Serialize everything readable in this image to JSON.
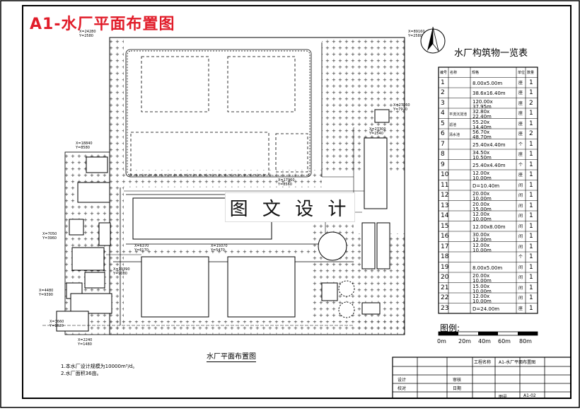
{
  "drawing": {
    "title": "A1-水厂平面布置图",
    "watermark": "图 文 设 计",
    "plan_caption": "水厂平面布置图",
    "legend_label": "图例:",
    "scale_ticks": [
      "0m",
      "20m",
      "40m",
      "60m",
      "80m"
    ],
    "notes": [
      "1.本水厂设计规模为10000m³/d。",
      "2.水厂面积36亩。"
    ]
  },
  "structures_table": {
    "title": "水厂构筑物一览表",
    "columns": [
      "编号",
      "名称",
      "规格",
      "单位",
      "数量"
    ],
    "rows": [
      {
        "no": "1",
        "spec": "8.00x5.00m",
        "unit": "座",
        "qty": "1"
      },
      {
        "no": "2",
        "spec": "38.6x16.40m",
        "unit": "座",
        "qty": "1"
      },
      {
        "no": "3",
        "spec": "120.00x 37.95m",
        "unit": "座",
        "qty": "2"
      },
      {
        "no": "4",
        "name": "平流沉淀池",
        "spec": "32.80x 22.40m",
        "unit": "座",
        "qty": "1"
      },
      {
        "no": "5",
        "name": "滤池",
        "spec": "55.20x 14.40m",
        "unit": "座",
        "qty": "1"
      },
      {
        "no": "6",
        "name": "清水池",
        "spec": "56.70x 48.70m",
        "unit": "座",
        "qty": "2"
      },
      {
        "no": "7",
        "spec": "25.40x4.40m",
        "unit": "个",
        "qty": "1"
      },
      {
        "no": "8",
        "spec": "34.50x 10.50m",
        "unit": "座",
        "qty": "1"
      },
      {
        "no": "9",
        "spec": "25.40x4.40m",
        "unit": "个",
        "qty": "1"
      },
      {
        "no": "10",
        "spec": "12.00x 10.00m",
        "unit": "座",
        "qty": "1"
      },
      {
        "no": "11",
        "spec": "D=10.40m",
        "unit": "间",
        "qty": "1"
      },
      {
        "no": "12",
        "spec": "20.00x 10.00m",
        "unit": "间",
        "qty": "1"
      },
      {
        "no": "13",
        "spec": "20.00x 15.00m",
        "unit": "间",
        "qty": "1"
      },
      {
        "no": "14",
        "spec": "12.00x 10.00m",
        "unit": "间",
        "qty": "1"
      },
      {
        "no": "15",
        "spec": "12.00x8.00m",
        "unit": "间",
        "qty": "1"
      },
      {
        "no": "16",
        "spec": "30.00x 12.00m",
        "unit": "间",
        "qty": "1"
      },
      {
        "no": "17",
        "spec": "12.00x 10.00m",
        "unit": "间",
        "qty": "1"
      },
      {
        "no": "18",
        "spec": "",
        "unit": "个",
        "qty": "1"
      },
      {
        "no": "19",
        "spec": "8.00x5.00m",
        "unit": "间",
        "qty": "1"
      },
      {
        "no": "20",
        "spec": "20.00x 10.00m",
        "unit": "间",
        "qty": "1"
      },
      {
        "no": "21",
        "spec": "15.00x 10.00m",
        "unit": "间",
        "qty": "1"
      },
      {
        "no": "22",
        "spec": "12.00x 10.00m",
        "unit": "间",
        "qty": "1"
      },
      {
        "no": "23",
        "spec": "D=24.00m",
        "unit": "座",
        "qty": "1"
      }
    ]
  },
  "coordinates": [
    {
      "x": "X=89160",
      "y": "Y=2580"
    },
    {
      "x": "X=24280",
      "y": "Y=2580"
    },
    {
      "x": "X=27760",
      "y": "Y=7920"
    },
    {
      "x": "X=27300",
      "y": "Y=2540"
    },
    {
      "x": "X=18840",
      "y": "Y=8580"
    },
    {
      "x": "X=17960",
      "y": "Y=8560"
    },
    {
      "x": "X=6370",
      "y": "Y=6170"
    },
    {
      "x": "X=15070",
      "y": "Y=5470"
    },
    {
      "x": "X=19390",
      "y": "Y=9080"
    },
    {
      "x": "X=7050",
      "y": "Y=3960"
    },
    {
      "x": "X=4480",
      "y": "Y=9390"
    },
    {
      "x": "X=3660",
      "y": "Y=1620"
    },
    {
      "x": "X=2240",
      "y": "Y=1480"
    }
  ],
  "title_block": {
    "cells": [
      "工程名称",
      "A1-水厂平面布置图",
      "设计",
      "审核",
      "校对",
      "日期",
      "图号",
      "A1-02"
    ]
  }
}
